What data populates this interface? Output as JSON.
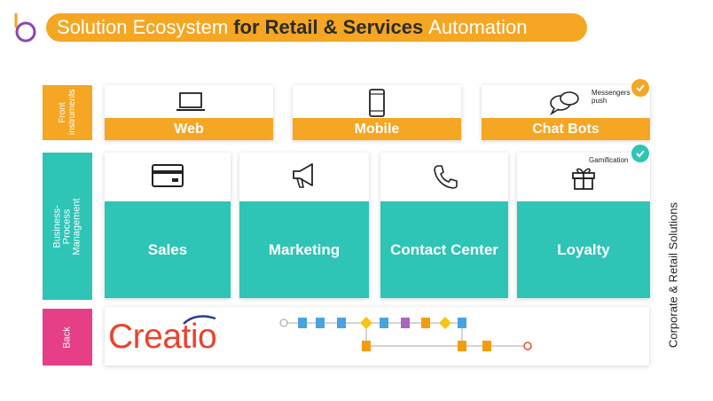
{
  "header": {
    "title_part1": "Solution Ecosystem",
    "title_bold": "for Retail & Services",
    "title_part2": "Automation"
  },
  "rows": {
    "front": "Front instruments",
    "business": "Business-Process Management",
    "back": "Back"
  },
  "front_cards": [
    {
      "label": "Web",
      "icon": "laptop-icon"
    },
    {
      "label": "Mobile",
      "icon": "smartphone-icon"
    },
    {
      "label": "Chat Bots",
      "icon": "chat-bubbles-icon",
      "note": "Messengers push",
      "checked": true
    }
  ],
  "bp_cards": [
    {
      "label": "Sales",
      "icon": "credit-card-icon"
    },
    {
      "label": "Marketing",
      "icon": "megaphone-icon"
    },
    {
      "label": "Contact Center",
      "icon": "phone-icon"
    },
    {
      "label": "Loyalty",
      "icon": "gift-icon",
      "note": "Gamification",
      "checked": true
    }
  ],
  "back": {
    "brand": "Creatio",
    "process_diagram": "process-flow-thumbnail"
  },
  "side_label": "Corporate & Retail Solutions",
  "colors": {
    "orange": "#f5a623",
    "teal": "#2ec4b6",
    "pink": "#e63e87",
    "brand_red": "#e8442d",
    "logo_purple": "#8e44ad"
  }
}
